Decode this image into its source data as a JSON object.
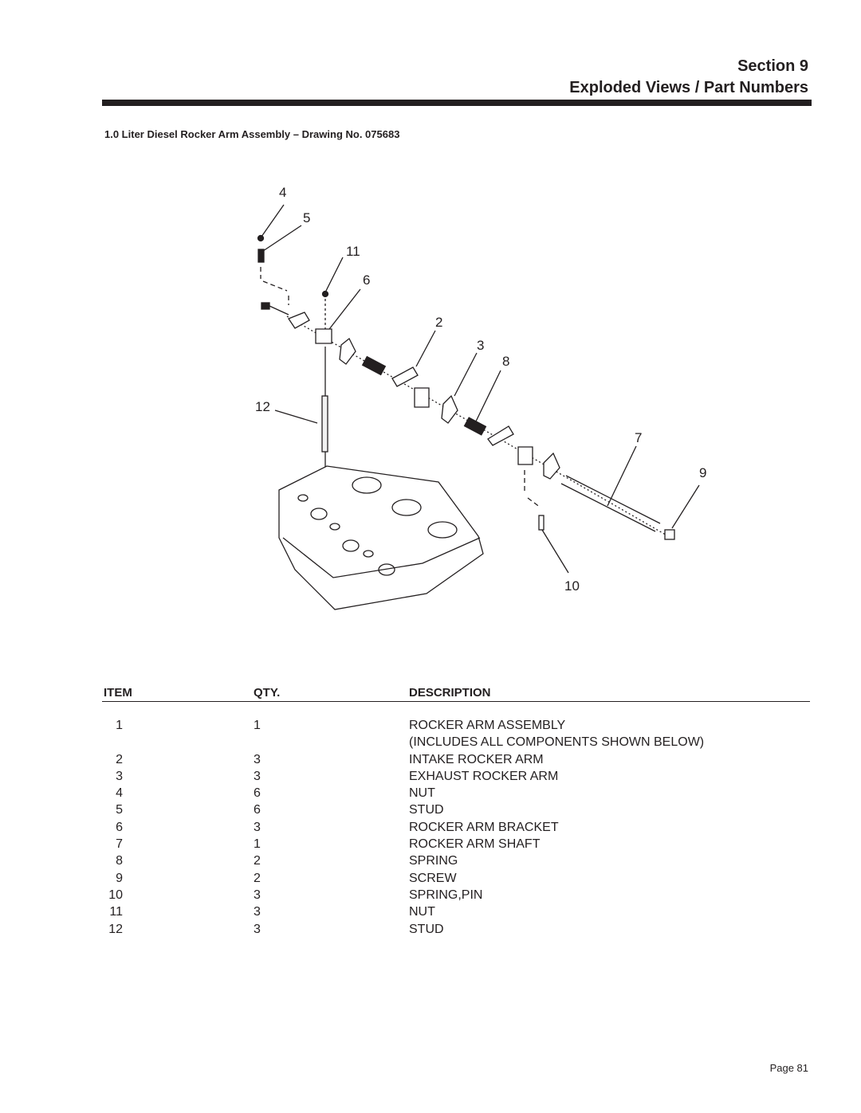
{
  "header": {
    "section": "Section 9",
    "subtitle": "Exploded Views / Part Numbers"
  },
  "doc_title": "1.0 Liter Diesel Rocker Arm Assembly – Drawing No. 075683",
  "drawing": {
    "callouts": [
      "4",
      "5",
      "11",
      "6",
      "2",
      "3",
      "8",
      "12",
      "7",
      "9",
      "10"
    ]
  },
  "table": {
    "headers": {
      "item": "ITEM",
      "qty": "QTY.",
      "description": "DESCRIPTION"
    },
    "rows": [
      {
        "item": "1",
        "qty": "1",
        "description": "ROCKER ARM ASSEMBLY"
      },
      {
        "item": "",
        "qty": "",
        "description": "(INCLUDES ALL COMPONENTS SHOWN BELOW)"
      },
      {
        "item": "2",
        "qty": "3",
        "description": "INTAKE ROCKER ARM"
      },
      {
        "item": "3",
        "qty": "3",
        "description": "EXHAUST ROCKER ARM"
      },
      {
        "item": "4",
        "qty": "6",
        "description": "NUT"
      },
      {
        "item": "5",
        "qty": "6",
        "description": "STUD"
      },
      {
        "item": "6",
        "qty": "3",
        "description": "ROCKER ARM BRACKET"
      },
      {
        "item": "7",
        "qty": "1",
        "description": "ROCKER ARM SHAFT"
      },
      {
        "item": "8",
        "qty": "2",
        "description": "SPRING"
      },
      {
        "item": "9",
        "qty": "2",
        "description": "SCREW"
      },
      {
        "item": "10",
        "qty": "3",
        "description": "SPRING,PIN"
      },
      {
        "item": "11",
        "qty": "3",
        "description": "NUT"
      },
      {
        "item": "12",
        "qty": "3",
        "description": "STUD"
      }
    ]
  },
  "footer": {
    "page": "Page 81"
  }
}
